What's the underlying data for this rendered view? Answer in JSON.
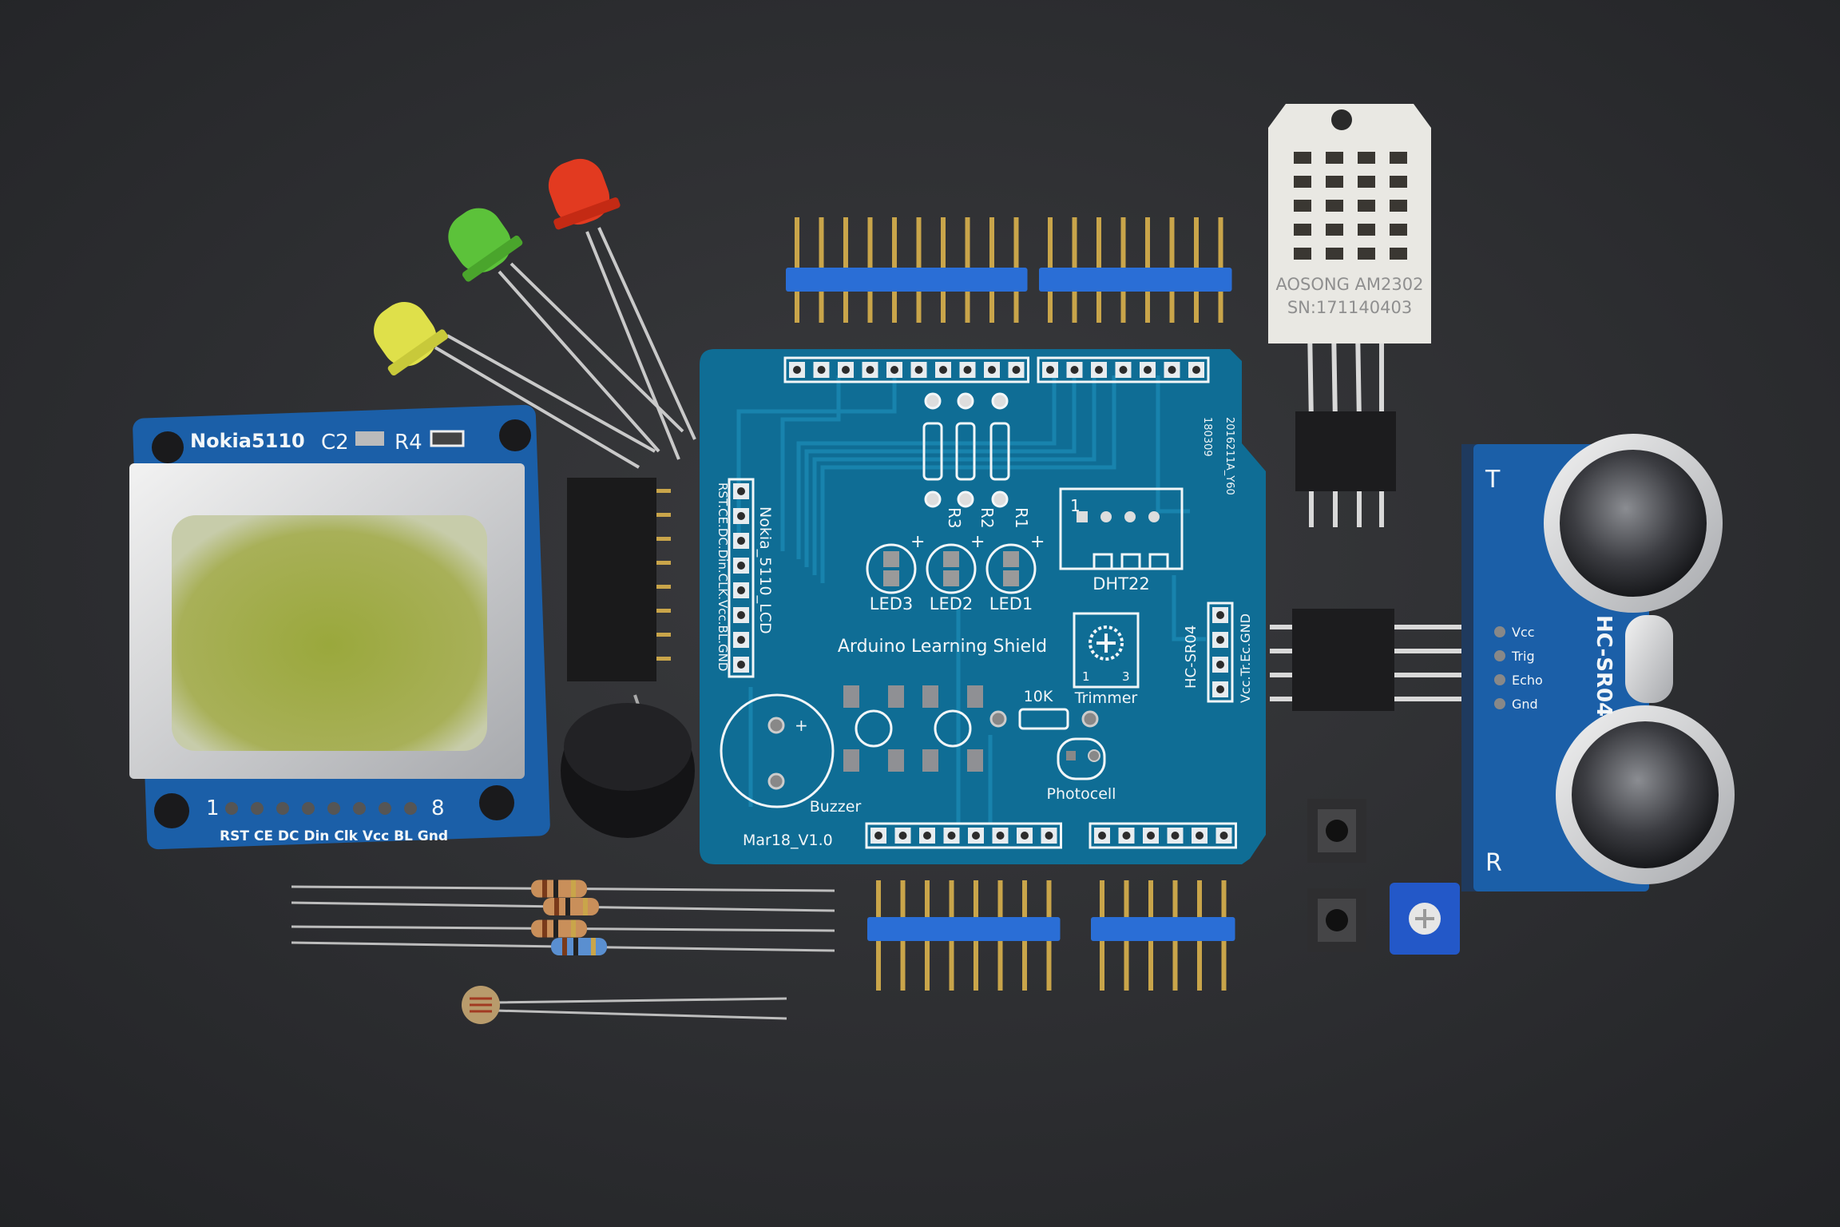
{
  "colors": {
    "background": "#2b2c2f",
    "pcb": "#0f6d95",
    "pcb_trace": "#1883ad",
    "module_blue": "#1b5fa8",
    "header_blue": "#2a6ed6",
    "pin_gold": "#c9a54a",
    "lcd_green": "#a3ab4a",
    "dht_white": "#e9e8e3",
    "led_red": "#e23a20",
    "led_green": "#5cc23a",
    "led_yellow": "#dfe04a"
  },
  "shield": {
    "title": "Arduino Learning Shield",
    "version": "Mar18_V1.0",
    "batch_code": "2016211A_Y60",
    "batch_date": "180309",
    "nokia_label": "Nokia_5110_LCD",
    "nokia_pins": "RST.CE.DC.Din.CLK.Vcc.BL.GND",
    "sr04_label": "HC-SR04",
    "sr04_pins": "Vcc.Tr.Ec.GND",
    "resistors": [
      "R3",
      "R2",
      "R1"
    ],
    "leds": [
      "LED3",
      "LED2",
      "LED1"
    ],
    "led_polarity": "+",
    "dht_label": "DHT22",
    "dht_pin1": "1",
    "trimmer_label": "Trimmer",
    "trimmer_pin1": "1",
    "trimmer_pin3": "3",
    "resistor_10k": "10K",
    "photocell_label": "Photocell",
    "buzzer_label": "Buzzer",
    "buzzer_polarity": "+"
  },
  "nokia_module": {
    "title": "Nokia5110",
    "c2": "C2",
    "r4": "R4",
    "pin_first": "1",
    "pin_last": "8",
    "pin_labels": "RST CE DC Din Clk Vcc BL Gnd"
  },
  "dht_sensor": {
    "model": "AOSONG AM2302",
    "serial": "SN:171140403"
  },
  "ultrasonic": {
    "model": "HC-SR04",
    "pins": [
      "Vcc",
      "Trig",
      "Echo",
      "Gnd"
    ],
    "transmitter": "T",
    "receiver": "R"
  }
}
